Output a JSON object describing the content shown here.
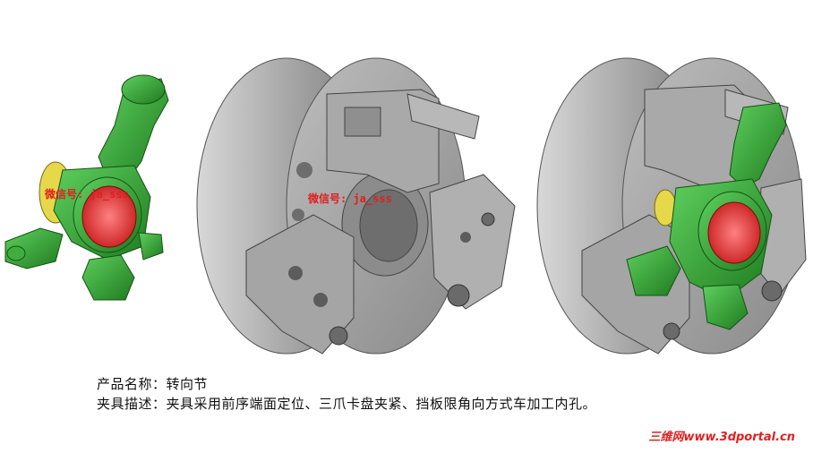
{
  "watermarks": {
    "left": "微信号: ja_sss",
    "center": "微信号: ja_sss"
  },
  "caption": {
    "product_line": "产品名称：转向节",
    "fixture_line": "夹具描述：夹具采用前序端面定位、三爪卡盘夹紧、挡板限角向方式车加工内孔。"
  },
  "footer": {
    "site": "三维网www.3dportal.cn"
  },
  "colors": {
    "part_green": "#2f9e2f",
    "bore_red": "#e83030",
    "chuck_gray": "#9a9a9a",
    "accent_yellow": "#e6d84a",
    "watermark_red": "#e02020"
  }
}
